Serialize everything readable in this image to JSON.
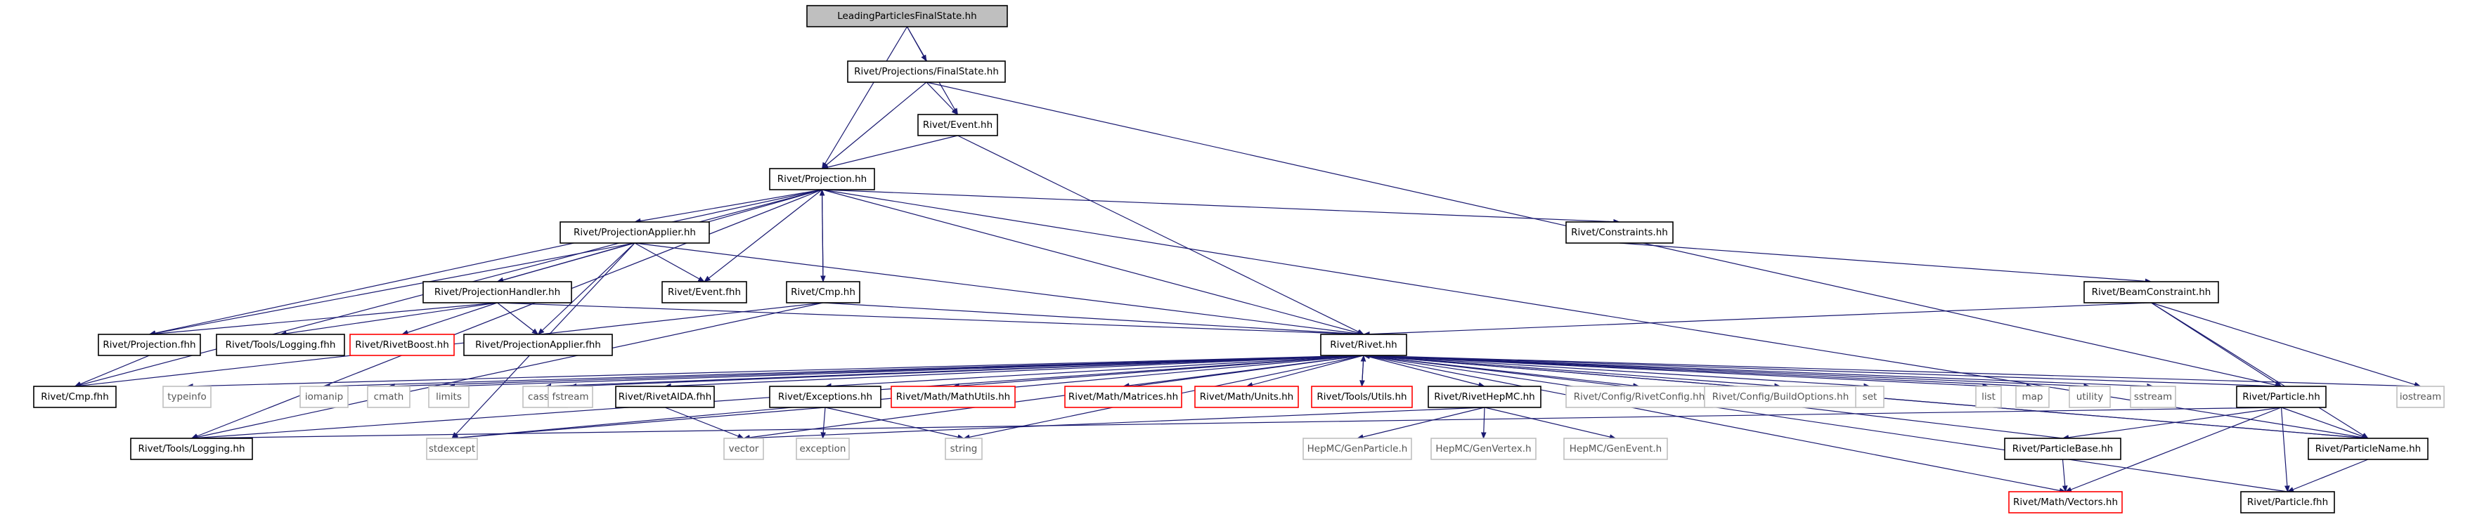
{
  "diagram": {
    "nodes": [
      {
        "id": "root",
        "label": "LeadingParticlesFinalState.hh",
        "style": "root"
      },
      {
        "id": "fs",
        "label": "Rivet/Projections/FinalState.hh",
        "style": "normal"
      },
      {
        "id": "eventhh",
        "label": "Rivet/Event.hh",
        "style": "normal"
      },
      {
        "id": "proj",
        "label": "Rivet/Projection.hh",
        "style": "normal"
      },
      {
        "id": "papplier",
        "label": "Rivet/ProjectionApplier.hh",
        "style": "normal"
      },
      {
        "id": "constraints",
        "label": "Rivet/Constraints.hh",
        "style": "normal"
      },
      {
        "id": "phandler",
        "label": "Rivet/ProjectionHandler.hh",
        "style": "normal"
      },
      {
        "id": "eventfhh",
        "label": "Rivet/Event.fhh",
        "style": "normal"
      },
      {
        "id": "cmphh",
        "label": "Rivet/Cmp.hh",
        "style": "normal"
      },
      {
        "id": "beam",
        "label": "Rivet/BeamConstraint.hh",
        "style": "normal"
      },
      {
        "id": "projfhh",
        "label": "Rivet/Projection.fhh",
        "style": "normal"
      },
      {
        "id": "toolslogfhh",
        "label": "Rivet/Tools/Logging.fhh",
        "style": "normal"
      },
      {
        "id": "boost",
        "label": "Rivet/RivetBoost.hh",
        "style": "red"
      },
      {
        "id": "pappfhh",
        "label": "Rivet/ProjectionApplier.fhh",
        "style": "normal"
      },
      {
        "id": "rivethh",
        "label": "Rivet/Rivet.hh",
        "style": "normal"
      },
      {
        "id": "cmpfhh",
        "label": "Rivet/Cmp.fhh",
        "style": "normal"
      },
      {
        "id": "typeinfo",
        "label": "typeinfo",
        "style": "ext"
      },
      {
        "id": "iomanip",
        "label": "iomanip",
        "style": "ext"
      },
      {
        "id": "cmath",
        "label": "cmath",
        "style": "ext"
      },
      {
        "id": "limits",
        "label": "limits",
        "style": "ext"
      },
      {
        "id": "cassert",
        "label": "cassert",
        "style": "ext"
      },
      {
        "id": "fstream",
        "label": "fstream",
        "style": "ext"
      },
      {
        "id": "aida",
        "label": "Rivet/RivetAIDA.fhh",
        "style": "normal"
      },
      {
        "id": "exceptions",
        "label": "Rivet/Exceptions.hh",
        "style": "normal"
      },
      {
        "id": "mathutils",
        "label": "Rivet/Math/MathUtils.hh",
        "style": "red"
      },
      {
        "id": "matrices",
        "label": "Rivet/Math/Matrices.hh",
        "style": "red"
      },
      {
        "id": "units",
        "label": "Rivet/Math/Units.hh",
        "style": "red"
      },
      {
        "id": "toolsutils",
        "label": "Rivet/Tools/Utils.hh",
        "style": "red"
      },
      {
        "id": "hepmc",
        "label": "Rivet/RivetHepMC.hh",
        "style": "normal"
      },
      {
        "id": "rivetconfig",
        "label": "Rivet/Config/RivetConfig.hh",
        "style": "ext"
      },
      {
        "id": "buildopts",
        "label": "Rivet/Config/BuildOptions.hh",
        "style": "ext"
      },
      {
        "id": "set",
        "label": "set",
        "style": "ext"
      },
      {
        "id": "list",
        "label": "list",
        "style": "ext"
      },
      {
        "id": "map",
        "label": "map",
        "style": "ext"
      },
      {
        "id": "utility",
        "label": "utility",
        "style": "ext"
      },
      {
        "id": "sstream",
        "label": "sstream",
        "style": "ext"
      },
      {
        "id": "particlehh",
        "label": "Rivet/Particle.hh",
        "style": "normal"
      },
      {
        "id": "iostream",
        "label": "iostream",
        "style": "ext"
      },
      {
        "id": "toolslog",
        "label": "Rivet/Tools/Logging.hh",
        "style": "normal"
      },
      {
        "id": "stdexcept",
        "label": "stdexcept",
        "style": "ext"
      },
      {
        "id": "vector",
        "label": "vector",
        "style": "ext"
      },
      {
        "id": "exception",
        "label": "exception",
        "style": "ext"
      },
      {
        "id": "string",
        "label": "string",
        "style": "ext"
      },
      {
        "id": "genparticle",
        "label": "HepMC/GenParticle.h",
        "style": "ext"
      },
      {
        "id": "genvertex",
        "label": "HepMC/GenVertex.h",
        "style": "ext"
      },
      {
        "id": "genevent",
        "label": "HepMC/GenEvent.h",
        "style": "ext"
      },
      {
        "id": "particlebase",
        "label": "Rivet/ParticleBase.hh",
        "style": "normal"
      },
      {
        "id": "particlename",
        "label": "Rivet/ParticleName.hh",
        "style": "normal"
      },
      {
        "id": "vectors",
        "label": "Rivet/Math/Vectors.hh",
        "style": "red"
      },
      {
        "id": "particlefhh",
        "label": "Rivet/Particle.fhh",
        "style": "normal"
      }
    ],
    "edges": [
      [
        "root",
        "fs"
      ],
      [
        "root",
        "eventhh"
      ],
      [
        "root",
        "proj"
      ],
      [
        "fs",
        "proj"
      ],
      [
        "fs",
        "eventhh"
      ],
      [
        "fs",
        "particlehh"
      ],
      [
        "eventhh",
        "proj"
      ],
      [
        "eventhh",
        "rivethh"
      ],
      [
        "proj",
        "papplier"
      ],
      [
        "proj",
        "constraints"
      ],
      [
        "proj",
        "phandler"
      ],
      [
        "proj",
        "eventfhh"
      ],
      [
        "proj",
        "cmphh"
      ],
      [
        "proj",
        "projfhh"
      ],
      [
        "proj",
        "rivethh"
      ],
      [
        "proj",
        "cmpfhh"
      ],
      [
        "proj",
        "toolslog"
      ],
      [
        "proj",
        "particlename"
      ],
      [
        "papplier",
        "phandler"
      ],
      [
        "papplier",
        "eventfhh"
      ],
      [
        "papplier",
        "projfhh"
      ],
      [
        "papplier",
        "pappfhh"
      ],
      [
        "papplier",
        "rivethh"
      ],
      [
        "papplier",
        "stdexcept"
      ],
      [
        "constraints",
        "beam"
      ],
      [
        "phandler",
        "projfhh"
      ],
      [
        "phandler",
        "toolslogfhh"
      ],
      [
        "phandler",
        "boost"
      ],
      [
        "phandler",
        "pappfhh"
      ],
      [
        "phandler",
        "rivethh"
      ],
      [
        "cmphh",
        "proj"
      ],
      [
        "cmphh",
        "cmpfhh"
      ],
      [
        "cmphh",
        "rivethh"
      ],
      [
        "cmphh",
        "toolslog"
      ],
      [
        "beam",
        "rivethh"
      ],
      [
        "beam",
        "particlehh"
      ],
      [
        "beam",
        "iostream"
      ],
      [
        "beam",
        "particlename"
      ],
      [
        "projfhh",
        "cmpfhh"
      ],
      [
        "rivethh",
        "typeinfo"
      ],
      [
        "rivethh",
        "iomanip"
      ],
      [
        "rivethh",
        "cmath"
      ],
      [
        "rivethh",
        "limits"
      ],
      [
        "rivethh",
        "cassert"
      ],
      [
        "rivethh",
        "fstream"
      ],
      [
        "rivethh",
        "aida"
      ],
      [
        "rivethh",
        "exceptions"
      ],
      [
        "rivethh",
        "mathutils"
      ],
      [
        "rivethh",
        "matrices"
      ],
      [
        "rivethh",
        "units"
      ],
      [
        "rivethh",
        "toolsutils"
      ],
      [
        "rivethh",
        "hepmc"
      ],
      [
        "rivethh",
        "rivetconfig"
      ],
      [
        "rivethh",
        "buildopts"
      ],
      [
        "rivethh",
        "set"
      ],
      [
        "rivethh",
        "list"
      ],
      [
        "rivethh",
        "map"
      ],
      [
        "rivethh",
        "utility"
      ],
      [
        "rivethh",
        "sstream"
      ],
      [
        "rivethh",
        "iostream"
      ],
      [
        "rivethh",
        "vector"
      ],
      [
        "rivethh",
        "string"
      ],
      [
        "rivethh",
        "stdexcept"
      ],
      [
        "rivethh",
        "vectors"
      ],
      [
        "rivethh",
        "particlename"
      ],
      [
        "rivethh",
        "toolslog"
      ],
      [
        "toolsutils",
        "rivethh"
      ],
      [
        "aida",
        "vector"
      ],
      [
        "exceptions",
        "stdexcept"
      ],
      [
        "exceptions",
        "exception"
      ],
      [
        "exceptions",
        "string"
      ],
      [
        "hepmc",
        "genparticle"
      ],
      [
        "hepmc",
        "genvertex"
      ],
      [
        "hepmc",
        "genevent"
      ],
      [
        "hepmc",
        "vector"
      ],
      [
        "particlehh",
        "particlebase"
      ],
      [
        "particlehh",
        "particlename"
      ],
      [
        "particlehh",
        "vectors"
      ],
      [
        "particlehh",
        "particlefhh"
      ],
      [
        "particlehh",
        "rivethh"
      ],
      [
        "particlehh",
        "toolslog"
      ],
      [
        "particlebase",
        "vectors"
      ],
      [
        "particlebase",
        "rivethh"
      ],
      [
        "particlename",
        "particlefhh"
      ],
      [
        "particlename",
        "rivethh"
      ],
      [
        "particlefhh",
        "rivethh"
      ]
    ]
  }
}
